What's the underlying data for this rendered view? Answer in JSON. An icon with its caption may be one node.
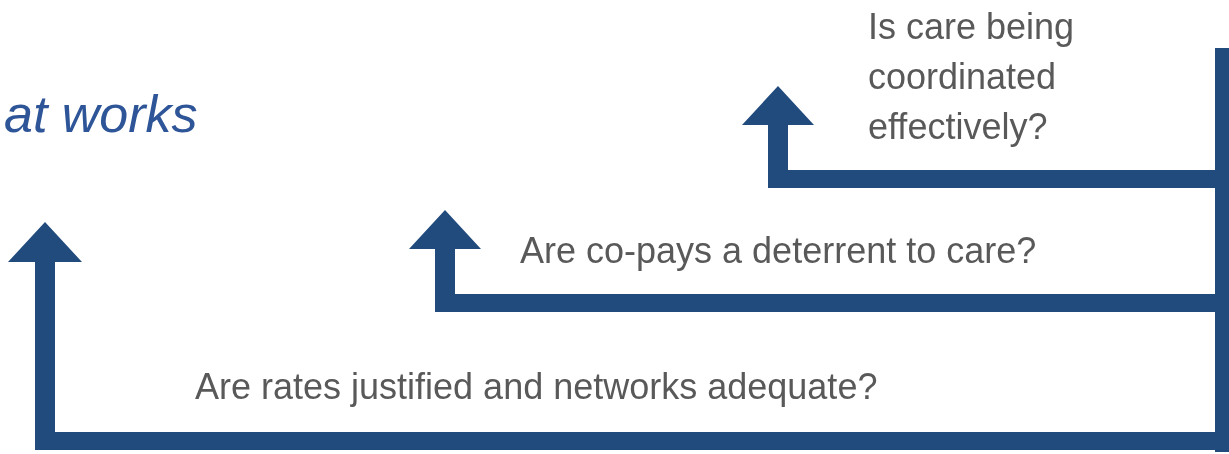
{
  "diagram": {
    "title": "at works",
    "labels": [
      "Is care being coordinated effectively?",
      "Are co-pays a deterrent to care?",
      "Are rates justified and networks adequate?"
    ]
  }
}
